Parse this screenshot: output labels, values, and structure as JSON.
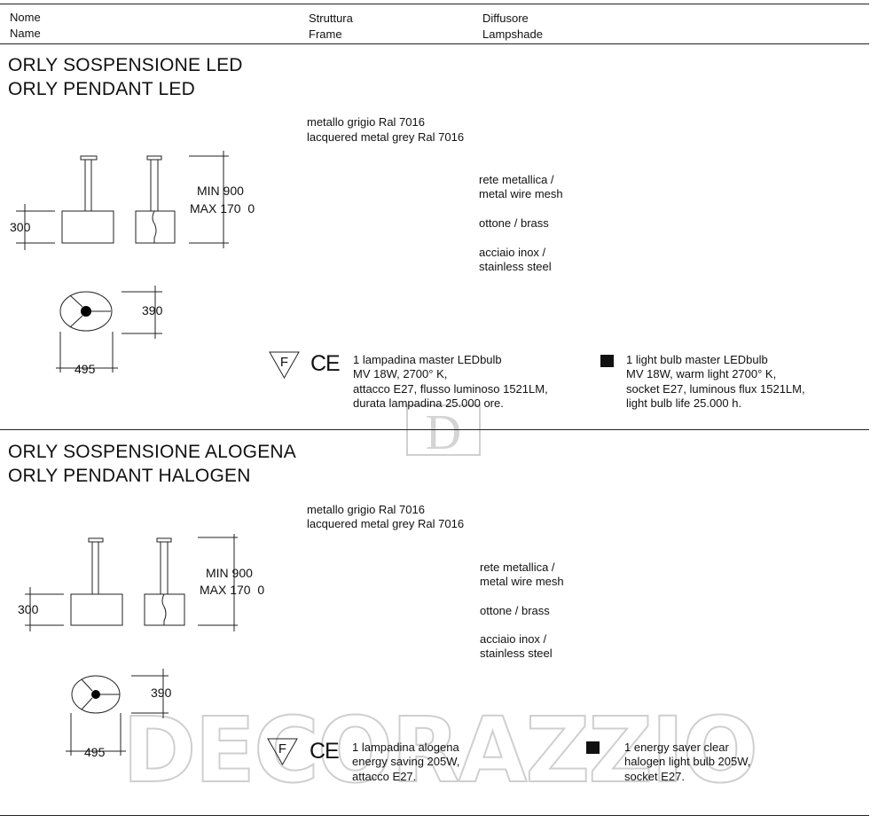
{
  "header": {
    "name_it": "Nome",
    "name_en": "Name",
    "frame_it": "Struttura",
    "frame_en": "Frame",
    "shade_it": "Diffusore",
    "shade_en": "Lampshade"
  },
  "products": [
    {
      "title_it": "ORLY SOSPENSIONE LED",
      "title_en": "ORLY PENDANT LED",
      "frame_it": "metallo grigio Ral 7016",
      "frame_en": "lacquered metal grey Ral 7016",
      "shades": [
        {
          "it": "rete metallica /",
          "en": "metal wire mesh"
        },
        {
          "it": "ottone / brass",
          "en": ""
        },
        {
          "it": "acciaio inox /",
          "en": "stainless steel"
        }
      ],
      "dims": {
        "min": "MIN 900",
        "max": "MAX 170  0",
        "height": "300",
        "depth": "390",
        "width": "495"
      },
      "bulb_it": [
        "1 lampadina master LEDbulb",
        "MV 18W, 2700° K,",
        "attacco E27, flusso luminoso 1521LM,",
        "durata lampadina 25.000 ore."
      ],
      "bulb_en": [
        "1 light bulb master LEDbulb",
        "MV 18W, warm light 2700° K,",
        "socket E27, luminous flux 1521LM,",
        "light bulb life 25.000 h."
      ]
    },
    {
      "title_it": "ORLY SOSPENSIONE ALOGENA",
      "title_en": "ORLY PENDANT HALOGEN",
      "frame_it": "metallo grigio Ral 7016",
      "frame_en": "lacquered metal grey Ral 7016",
      "shades": [
        {
          "it": "rete metallica /",
          "en": "metal wire mesh"
        },
        {
          "it": "ottone / brass",
          "en": ""
        },
        {
          "it": "acciaio inox /",
          "en": "stainless steel"
        }
      ],
      "dims": {
        "min": "MIN 900",
        "max": "MAX 170  0",
        "height": "300",
        "depth": "390",
        "width": "495"
      },
      "bulb_it": [
        "1 lampadina alogena",
        "energy saving 205W,",
        "attacco E27."
      ],
      "bulb_en": [
        "1 energy saver clear",
        "halogen light bulb 205W,",
        "socket E27."
      ]
    }
  ],
  "marks": {
    "f_symbol": "F",
    "ce_symbol": "CE"
  },
  "watermark": {
    "text": "DECORAZZIO",
    "letter": "D",
    "color": "#c8c8c8"
  }
}
